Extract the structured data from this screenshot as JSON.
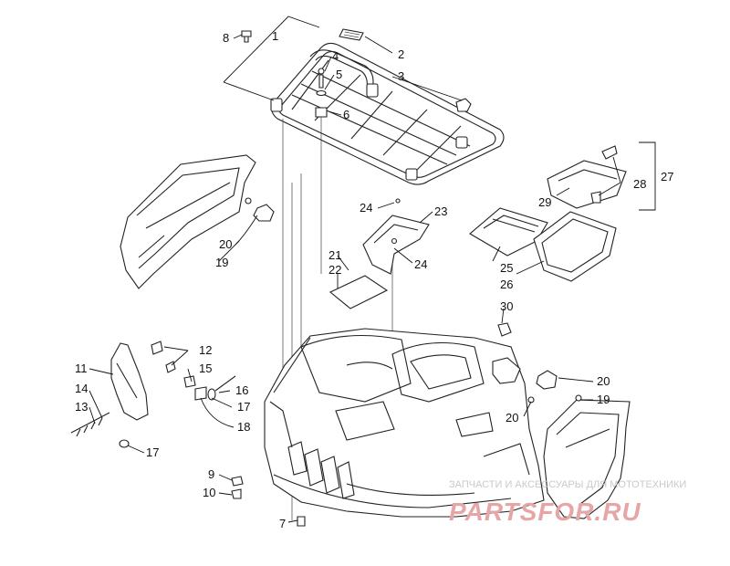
{
  "callouts": [
    {
      "id": "c1",
      "text": "1"
    },
    {
      "id": "c2",
      "text": "2"
    },
    {
      "id": "c3",
      "text": "3"
    },
    {
      "id": "c4",
      "text": "4"
    },
    {
      "id": "c5",
      "text": "5"
    },
    {
      "id": "c6",
      "text": "6"
    },
    {
      "id": "c7",
      "text": "7"
    },
    {
      "id": "c8",
      "text": "8"
    },
    {
      "id": "c9",
      "text": "9"
    },
    {
      "id": "c10",
      "text": "10"
    },
    {
      "id": "c11",
      "text": "11"
    },
    {
      "id": "c12",
      "text": "12"
    },
    {
      "id": "c13",
      "text": "13"
    },
    {
      "id": "c14",
      "text": "14"
    },
    {
      "id": "c15",
      "text": "15"
    },
    {
      "id": "c16",
      "text": "16"
    },
    {
      "id": "c17a",
      "text": "17"
    },
    {
      "id": "c17b",
      "text": "17"
    },
    {
      "id": "c18",
      "text": "18"
    },
    {
      "id": "c19a",
      "text": "19"
    },
    {
      "id": "c19b",
      "text": "19"
    },
    {
      "id": "c20a",
      "text": "20"
    },
    {
      "id": "c20b",
      "text": "20"
    },
    {
      "id": "c20c",
      "text": "20"
    },
    {
      "id": "c21",
      "text": "21"
    },
    {
      "id": "c22",
      "text": "22"
    },
    {
      "id": "c23",
      "text": "23"
    },
    {
      "id": "c24a",
      "text": "24"
    },
    {
      "id": "c24b",
      "text": "24"
    },
    {
      "id": "c25",
      "text": "25"
    },
    {
      "id": "c26",
      "text": "26"
    },
    {
      "id": "c27",
      "text": "27"
    },
    {
      "id": "c28",
      "text": "28"
    },
    {
      "id": "c29",
      "text": "29"
    },
    {
      "id": "c30",
      "text": "30"
    }
  ],
  "watermark": {
    "subtitle": "ЗАПЧАСТИ И АКСЕССУАРЫ ДЛЯ МОТОТЕХНИКИ",
    "logo": "PARTSFOR.RU"
  },
  "colors": {
    "line": "#222222",
    "watermark_logo": "#e6a6a6",
    "watermark_text": "#c9c9c9"
  }
}
